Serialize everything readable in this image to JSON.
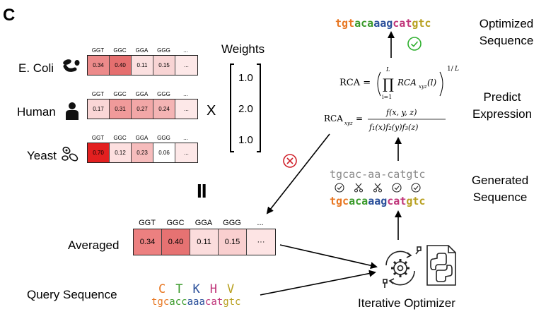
{
  "panel_label": "C",
  "codons": [
    "GGT",
    "GGC",
    "GGA",
    "GGG",
    "..."
  ],
  "organisms": [
    {
      "name": "E. Coli",
      "icon": "bacteria-icon",
      "values": [
        "0.34",
        "0.40",
        "0.11",
        "0.15",
        "..."
      ],
      "colors": [
        "#ec8a8a",
        "#e56f6f",
        "#fbe0e0",
        "#f8d4d4",
        "#fde8e8"
      ]
    },
    {
      "name": "Human",
      "icon": "person-icon",
      "values": [
        "0.17",
        "0.31",
        "0.27",
        "0.24",
        "..."
      ],
      "colors": [
        "#fad6d6",
        "#f09a9a",
        "#f2a7a7",
        "#f4b4b4",
        "#fde8e8"
      ]
    },
    {
      "name": "Yeast",
      "icon": "yeast-icon",
      "values": [
        "0.70",
        "0.12",
        "0.23",
        "0.06",
        "..."
      ],
      "colors": [
        "#e32020",
        "#fde0e0",
        "#f6bcbc",
        "#ffffff",
        "#fde8e8"
      ]
    }
  ],
  "multiply_sign": "X",
  "weights_title": "Weights",
  "weights": [
    "1.0",
    "2.0",
    "1.0"
  ],
  "equals_sign": "II",
  "averaged": {
    "label": "Averaged",
    "values": [
      "0.34",
      "0.40",
      "0.11",
      "0.15",
      "···"
    ],
    "colors": [
      "#ec8080",
      "#e67272",
      "#fbdcdc",
      "#f9cfcf",
      "#fde4e4"
    ]
  },
  "query": {
    "label": "Query Sequence",
    "amino_acids": [
      {
        "letter": "C",
        "color": "#e87722"
      },
      {
        "letter": "T",
        "color": "#3a9a2a"
      },
      {
        "letter": "K",
        "color": "#2a4f9a"
      },
      {
        "letter": "H",
        "color": "#c0357a"
      },
      {
        "letter": "V",
        "color": "#b8a020"
      }
    ],
    "codon_segments": [
      {
        "text": "tgc",
        "color": "#e87722"
      },
      {
        "text": "acc",
        "color": "#3a9a2a"
      },
      {
        "text": "aaa",
        "color": "#2a4f9a"
      },
      {
        "text": "cat",
        "color": "#c0357a"
      },
      {
        "text": "gtc",
        "color": "#b8a020"
      }
    ]
  },
  "optimizer_label": "Iterative Optimizer",
  "generated": {
    "label_line1": "Generated",
    "label_line2": "Sequence",
    "gray_sequence": "tgcac-aa-catgtc",
    "marks": [
      "check",
      "cut",
      "cut",
      "check",
      "check"
    ],
    "codon_segments": [
      {
        "text": "tgc",
        "color": "#e87722"
      },
      {
        "text": "aca",
        "color": "#3a9a2a"
      },
      {
        "text": "aag",
        "color": "#2a4f9a"
      },
      {
        "text": "cat",
        "color": "#c0357a"
      },
      {
        "text": "gtc",
        "color": "#b8a020"
      }
    ]
  },
  "predict": {
    "label_line1": "Predict",
    "label_line2": "Expression",
    "rca_formula": "RCA = ( ∏ RCA(l) )^(1/L)",
    "rca_xyz_formula": "RCAxyz = f(x,y,z) / (f1(x) f2(y) f3(z))"
  },
  "optimized": {
    "label_line1": "Optimized",
    "label_line2": "Sequence",
    "codon_segments": [
      {
        "text": "tgt",
        "color": "#e87722"
      },
      {
        "text": "aca",
        "color": "#3a9a2a"
      },
      {
        "text": "aag",
        "color": "#2a4f9a"
      },
      {
        "text": "cat",
        "color": "#c0357a"
      },
      {
        "text": "gtc",
        "color": "#b8a020"
      }
    ]
  },
  "colors": {
    "check": "#2fb02f",
    "reject": "#d0202a"
  }
}
